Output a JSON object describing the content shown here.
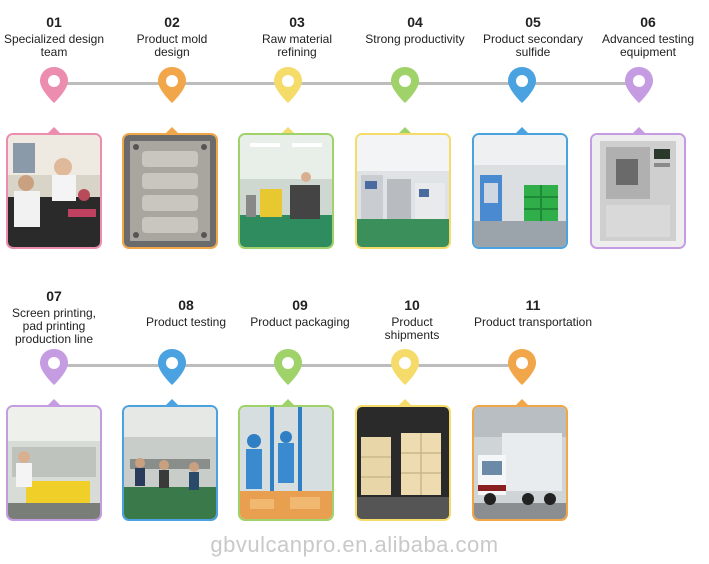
{
  "row1": [
    {
      "num": "01",
      "label": "Specialized design team",
      "color": "#ec8db0"
    },
    {
      "num": "02",
      "label": "Product mold design",
      "color": "#f2a64a"
    },
    {
      "num": "03",
      "label": "Raw material refining",
      "color": "#f5dc6a"
    },
    {
      "num": "04",
      "label": "Strong productivity",
      "color": "#9fd36a"
    },
    {
      "num": "05",
      "label": "Product secondary sulfide",
      "color": "#4aa3e0"
    },
    {
      "num": "06",
      "label": "Advanced testing equipment",
      "color": "#c59be2"
    }
  ],
  "row2": [
    {
      "num": "07",
      "label": "Screen printing, pad printing production line",
      "color": "#c59be2"
    },
    {
      "num": "08",
      "label": "Product testing",
      "color": "#4aa3e0"
    },
    {
      "num": "09",
      "label": "Product packaging",
      "color": "#9fd36a"
    },
    {
      "num": "10",
      "label": "Product shipments",
      "color": "#f5dc6a"
    },
    {
      "num": "11",
      "label": "Product transportation",
      "color": "#f2a64a"
    }
  ],
  "watermark": "gbvulcanpro.en.alibaba.com"
}
